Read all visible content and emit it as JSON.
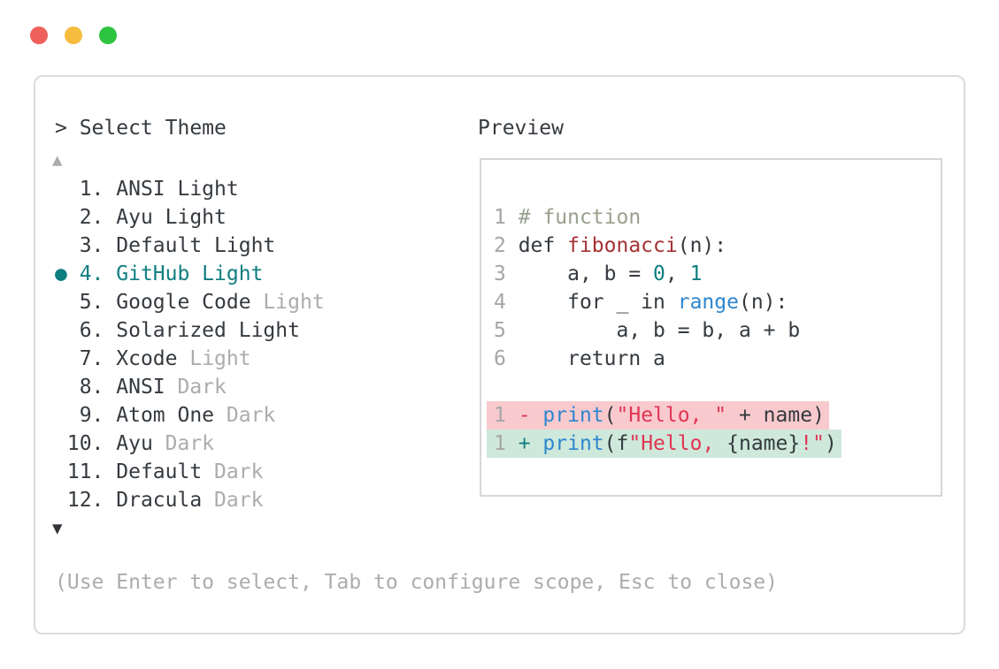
{
  "window": {
    "traffic_lights": [
      {
        "name": "close",
        "color": "#F0605A"
      },
      {
        "name": "minimize",
        "color": "#F5BC3F"
      },
      {
        "name": "maximize",
        "color": "#2EC43F"
      }
    ]
  },
  "theme_picker": {
    "title": "> Select Theme",
    "scroll_up_icon": "▲",
    "scroll_down_icon": "▼",
    "items": [
      {
        "number": "1",
        "name": "ANSI Light",
        "muted_suffix": "",
        "selected": false
      },
      {
        "number": "2",
        "name": "Ayu Light",
        "muted_suffix": "",
        "selected": false
      },
      {
        "number": "3",
        "name": "Default Light",
        "muted_suffix": "",
        "selected": false
      },
      {
        "number": "4",
        "name": "GitHub Light",
        "muted_suffix": "",
        "selected": true
      },
      {
        "number": "5",
        "name": "Google Code",
        "muted_suffix": "Light",
        "selected": false
      },
      {
        "number": "6",
        "name": "Solarized Light",
        "muted_suffix": "",
        "selected": false
      },
      {
        "number": "7",
        "name": "Xcode",
        "muted_suffix": "Light",
        "selected": false
      },
      {
        "number": "8",
        "name": "ANSI",
        "muted_suffix": "Dark",
        "selected": false
      },
      {
        "number": "9",
        "name": "Atom One",
        "muted_suffix": "Dark",
        "selected": false
      },
      {
        "number": "10",
        "name": "Ayu",
        "muted_suffix": "Dark",
        "selected": false
      },
      {
        "number": "11",
        "name": "Default",
        "muted_suffix": "Dark",
        "selected": false
      },
      {
        "number": "12",
        "name": "Dracula",
        "muted_suffix": "Dark",
        "selected": false
      }
    ],
    "hint": "(Use Enter to select, Tab to configure scope, Esc to close)"
  },
  "preview": {
    "title": "Preview",
    "code_lines": [
      {
        "number": "1",
        "tokens": [
          {
            "text": "# function",
            "color": "comment"
          }
        ]
      },
      {
        "number": "2",
        "tokens": [
          {
            "text": "def ",
            "color": "plain"
          },
          {
            "text": "fibonacci",
            "color": "function"
          },
          {
            "text": "(n):",
            "color": "plain"
          }
        ]
      },
      {
        "number": "3",
        "tokens": [
          {
            "text": "    a, b = ",
            "color": "plain"
          },
          {
            "text": "0",
            "color": "number"
          },
          {
            "text": ", ",
            "color": "plain"
          },
          {
            "text": "1",
            "color": "number"
          }
        ]
      },
      {
        "number": "4",
        "tokens": [
          {
            "text": "    for _ in ",
            "color": "plain"
          },
          {
            "text": "range",
            "color": "builtin"
          },
          {
            "text": "(n):",
            "color": "plain"
          }
        ]
      },
      {
        "number": "5",
        "tokens": [
          {
            "text": "        a, b = b, a + b",
            "color": "plain"
          }
        ]
      },
      {
        "number": "6",
        "tokens": [
          {
            "text": "    return a",
            "color": "plain"
          }
        ]
      }
    ],
    "diff_lines": [
      {
        "number": "1",
        "type": "removed",
        "tokens": [
          {
            "text": "- ",
            "color": "string"
          },
          {
            "text": "print",
            "color": "builtin"
          },
          {
            "text": "(",
            "color": "plain"
          },
          {
            "text": "\"Hello, \"",
            "color": "string"
          },
          {
            "text": " + name)",
            "color": "plain"
          }
        ]
      },
      {
        "number": "1",
        "type": "added",
        "tokens": [
          {
            "text": "+ ",
            "color": "added"
          },
          {
            "text": "print",
            "color": "builtin"
          },
          {
            "text": "(f",
            "color": "plain"
          },
          {
            "text": "\"Hello, ",
            "color": "string"
          },
          {
            "text": "{name}",
            "color": "plain"
          },
          {
            "text": "!\"",
            "color": "string"
          },
          {
            "text": ")",
            "color": "plain"
          }
        ]
      }
    ]
  },
  "palette": {
    "traffic_red": "#F0605A",
    "traffic_yellow": "#F5BC3F",
    "traffic_green": "#2EC43F",
    "text_dark": "#353A3F",
    "text_muted": "#ACACAC",
    "line_number": "#A6A6A6",
    "teal": "#0E7E80",
    "blue": "#2E86CE",
    "dark_red": "#A53134",
    "crimson": "#E13554",
    "comment": "#99A08D",
    "removed_bg": "#F8CACE",
    "added_bg": "#CEE9DB",
    "panel_border": "#DBDBDB",
    "preview_border": "#D6D6D6"
  }
}
